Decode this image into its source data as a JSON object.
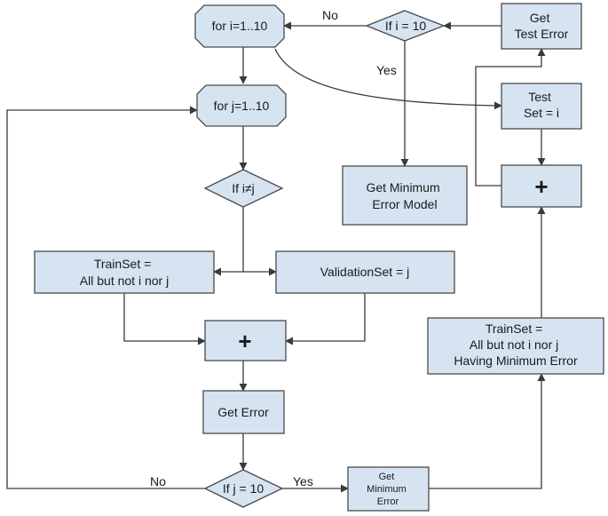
{
  "nodes": {
    "loop_i": "for i=1..10",
    "loop_j": "for j=1..10",
    "if_i_10": "If i = 10",
    "get_test_error": [
      "Get",
      "Test Error"
    ],
    "test_set": [
      "Test",
      "Set = i"
    ],
    "plus_right": "+",
    "get_min_error_model": [
      "Get Minimum",
      "Error Model"
    ],
    "if_i_ne_j": "If i≠j",
    "trainset_left": [
      "TrainSet =",
      "All but not i nor j"
    ],
    "validation_set": "ValidationSet = j",
    "plus_center": "+",
    "get_error": "Get Error",
    "if_j_10": "If j = 10",
    "get_min_error_small": [
      "Get",
      "Minimum",
      "Error"
    ],
    "trainset_right": [
      "TrainSet =",
      "All but not i nor j",
      "Having Minimum Error"
    ]
  },
  "edge_labels": {
    "no_top": "No",
    "yes_top": "Yes",
    "no_bottom": "No",
    "yes_bottom": "Yes"
  },
  "colors": {
    "node_fill": "#d6e4f2",
    "stroke": "#3a3a3a"
  }
}
